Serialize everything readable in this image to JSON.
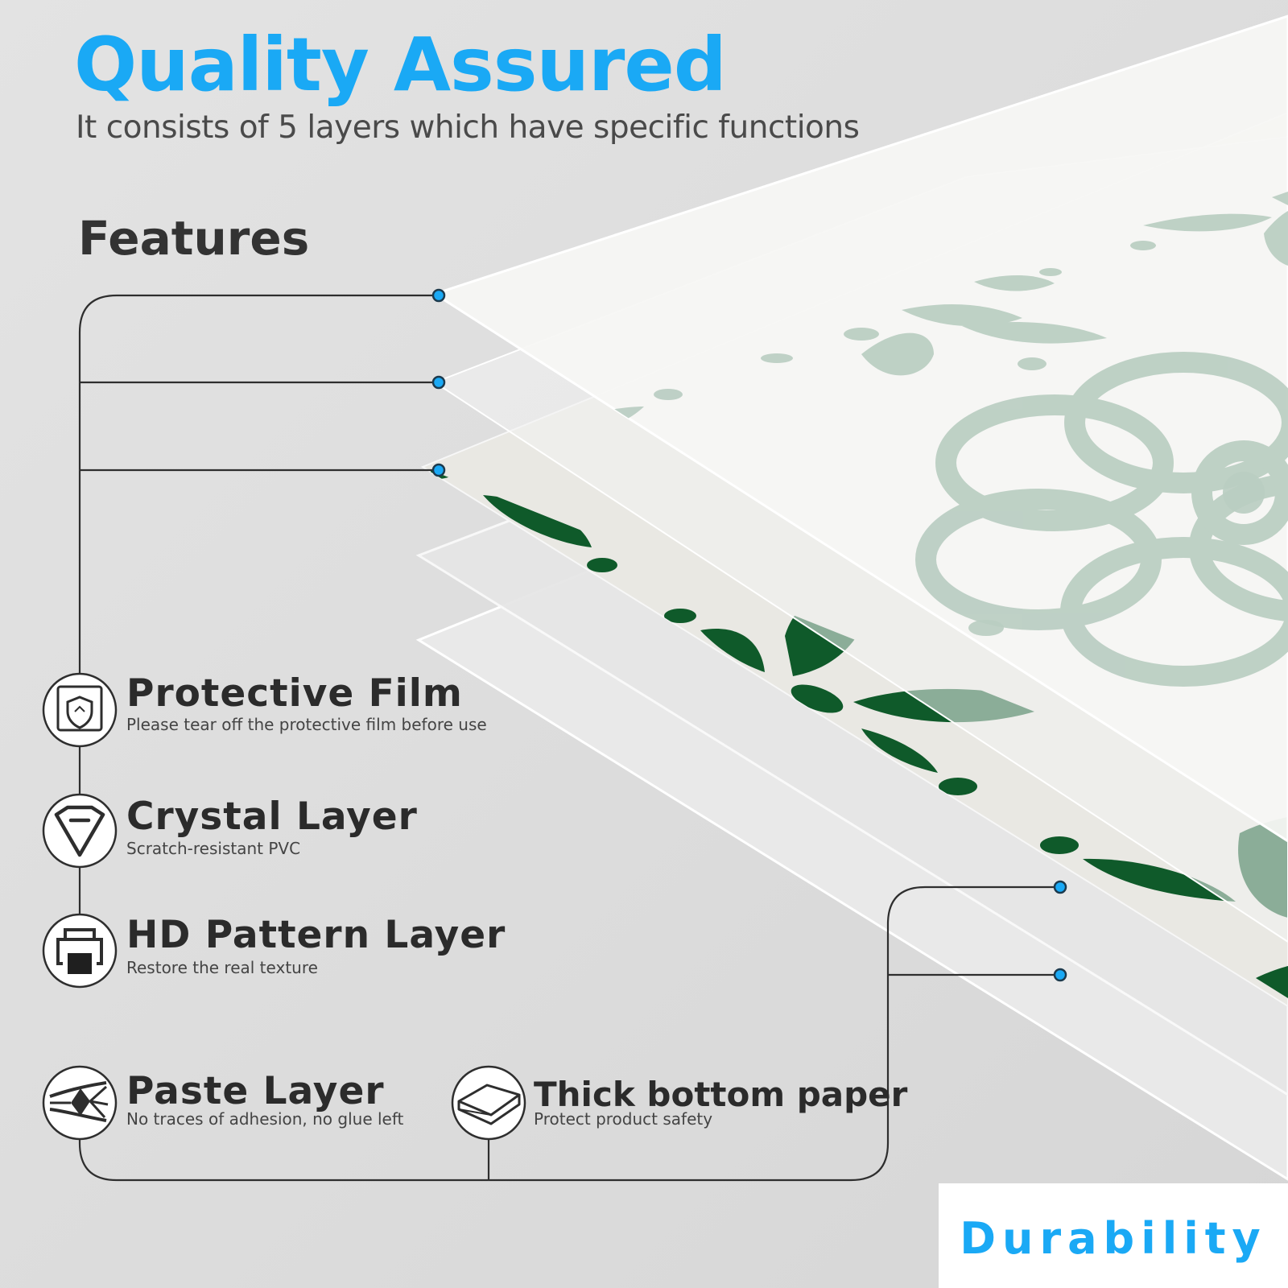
{
  "header": {
    "title": "Quality Assured",
    "subtitle": "It consists of 5 layers which have specific functions"
  },
  "features_heading": "Features",
  "layers": [
    {
      "title": "Protective Film",
      "description": "Please tear off the protective film before use",
      "icon": "shield-icon"
    },
    {
      "title": "Crystal Layer",
      "description": "Scratch-resistant PVC",
      "icon": "diamond-icon"
    },
    {
      "title": "HD Pattern Layer",
      "description": "Restore the real texture",
      "icon": "printer-icon"
    },
    {
      "title": "Paste Layer",
      "description": "No traces of adhesion, no glue left",
      "icon": "adhesive-icon"
    },
    {
      "title": "Thick bottom paper",
      "description": "Protect product safety",
      "icon": "paper-stack-icon"
    }
  ],
  "badge": {
    "label": "Durability"
  },
  "colors": {
    "accent": "#1aa9f5",
    "dark_green": "#0f5a2a",
    "sage_green": "#9fbfae",
    "text_dark": "#2b2b2b",
    "background": "#dedede"
  }
}
